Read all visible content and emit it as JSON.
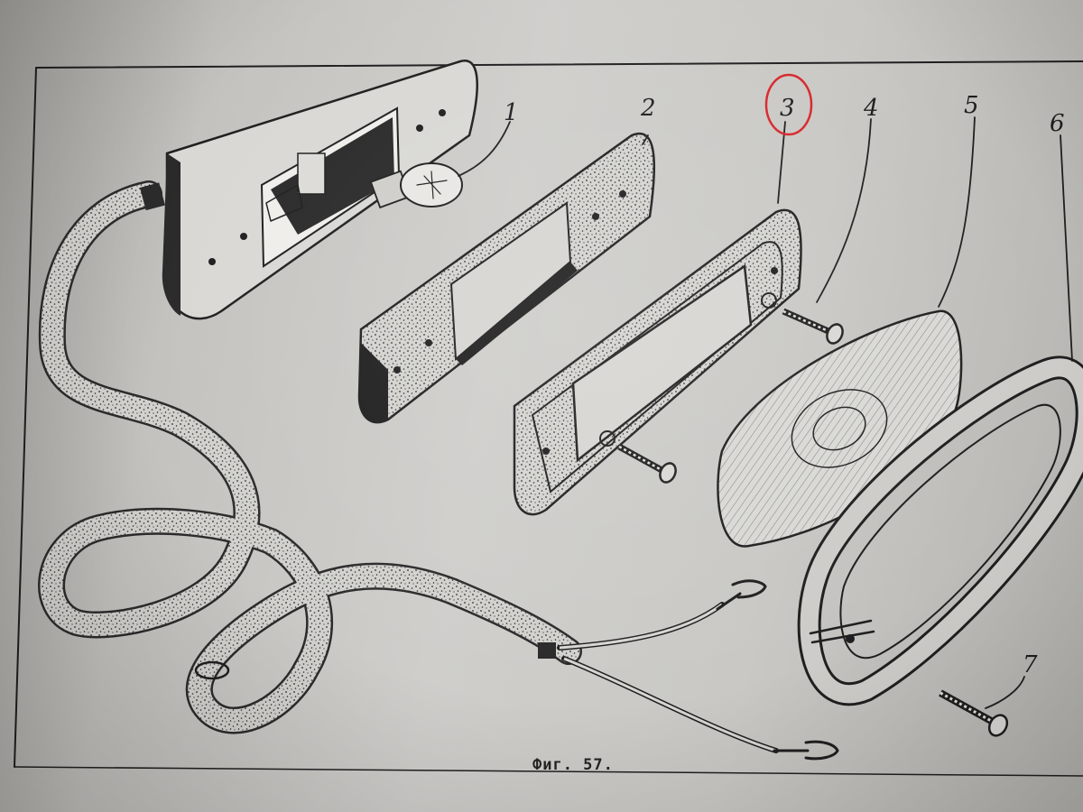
{
  "figure": {
    "caption": "Фиг. 57."
  },
  "callouts": [
    {
      "id": "part-1",
      "label": "1"
    },
    {
      "id": "part-2",
      "label": "2"
    },
    {
      "id": "part-3",
      "label": "3",
      "highlighted": true
    },
    {
      "id": "part-4",
      "label": "4"
    },
    {
      "id": "part-5",
      "label": "5"
    },
    {
      "id": "part-6",
      "label": "6"
    },
    {
      "id": "part-7",
      "label": "7"
    }
  ],
  "colors": {
    "paper": "#cfcecb",
    "ink": "#1f1f1f",
    "highlight_circle": "#d8262b"
  }
}
